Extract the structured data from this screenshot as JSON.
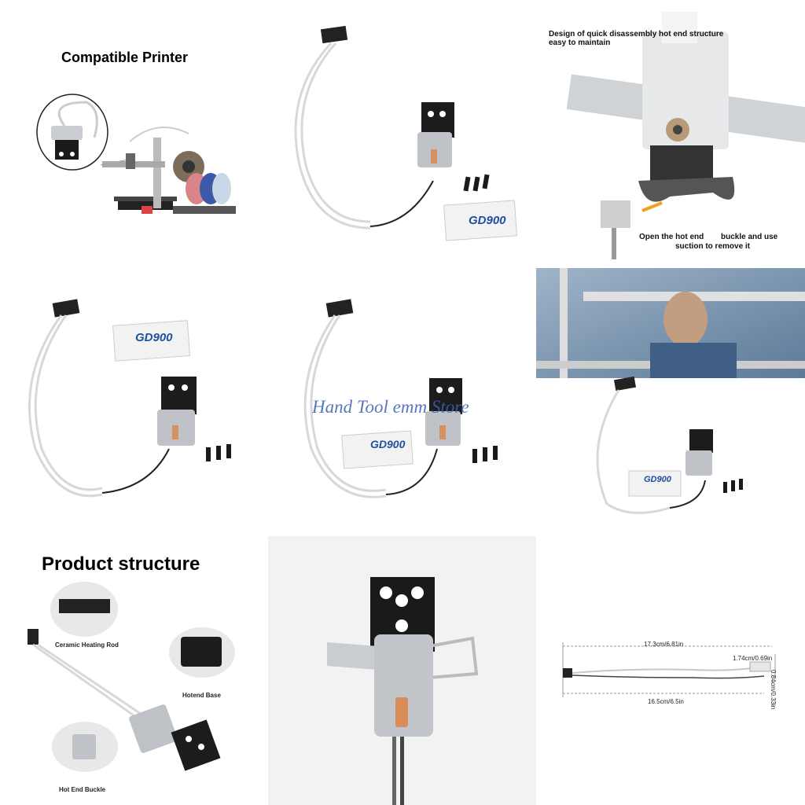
{
  "tiles": {
    "compatible_printer": {
      "title": "Compatible Printer"
    },
    "kit_package": {
      "sachet_label": "GD900"
    },
    "quick_disassembly": {
      "caption_top_line1": "Design of quick disassembly hot end structure",
      "caption_top_line2": "easy to maintain",
      "caption_bottom_line1_left": "Open the hot end",
      "caption_bottom_line1_right": "buckle and use",
      "caption_bottom_line2": "suction to remove it"
    },
    "kit_view_2": {
      "sachet_label": "GD900"
    },
    "kit_view_3": {
      "sachet_label": "GD900"
    },
    "in_use": {
      "sachet_label": "GD900"
    },
    "product_structure": {
      "title": "Product structure",
      "labels": {
        "heating_rod": "Ceramic Heating Rod",
        "hotend_base": "Hotend Base",
        "buckle": "Hot End Buckle"
      }
    },
    "closeup": {},
    "dimensions": {
      "total_length": "17.3cm/6.81in",
      "sensor_length": "16.5cm/6.5in",
      "head_length": "1.74cm/0.69in",
      "head_width": "0.84cm/0.33in"
    }
  },
  "watermark": "Hand Tool emm Store",
  "colors": {
    "sachet_text": "#1f4fa0",
    "bracket": "#1c1c1c",
    "metal": "#b9bdc2",
    "wire": "#d6d6d6",
    "watermark": "#3c5fb4"
  }
}
